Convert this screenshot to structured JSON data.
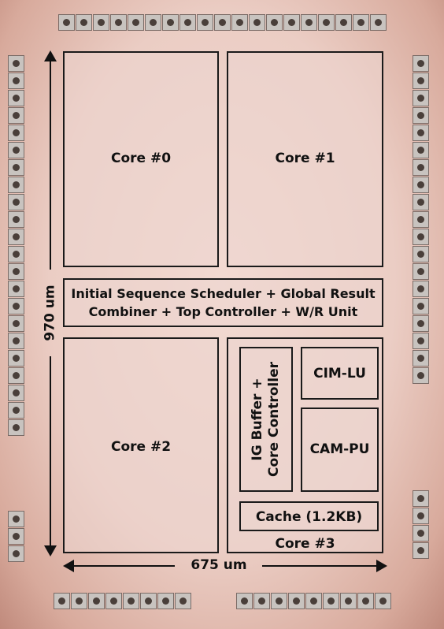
{
  "blocks": {
    "core0": "Core #0",
    "core1": "Core #1",
    "core2": "Core #2",
    "core3": "Core #3",
    "scheduler_line1": "Initial Sequence Scheduler + Global Result",
    "scheduler_line2": "Combiner + Top Controller + W/R Unit",
    "ig_buffer_line1": "IG Buffer +",
    "ig_buffer_line2": "Core Controller",
    "cim_lu": "CIM-LU",
    "cam_pu": "CAM-PU",
    "cache": "Cache (1.2KB)"
  },
  "dimensions": {
    "height_label": "970 um",
    "width_label": "675 um"
  },
  "colors": {
    "die": "#ebcdc4",
    "outline": "#1a1a1a",
    "pad": "#c8c3bf"
  }
}
